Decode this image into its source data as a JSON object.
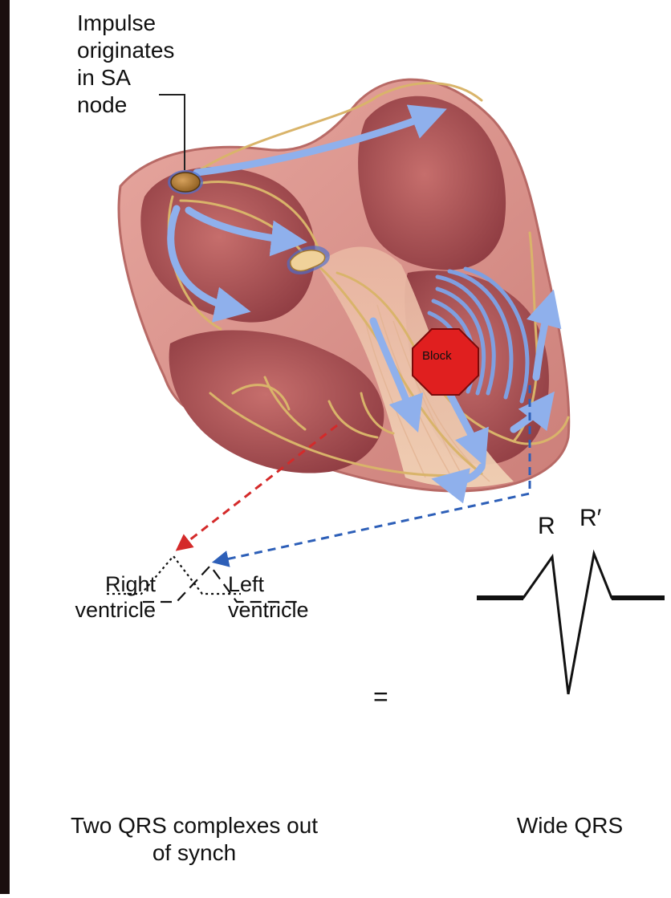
{
  "colors": {
    "background": "#ffffff",
    "heart_wall": "#d88b86",
    "heart_inner": "#a24b4e",
    "conduction_path": "#d9b46a",
    "impulse_arrow": "#7f9fe0",
    "block": "#e01f1f",
    "right_ventricle_arrow": "#d42a2a",
    "left_ventricle_arrow": "#2d5fb8",
    "trace": "#111111"
  },
  "labels": {
    "sa_node": "Impulse\noriginates\nin SA\nnode",
    "block": "Block",
    "right_ventricle": "Right\nventricle",
    "left_ventricle": "Left\nventricle",
    "equals": "=",
    "r_peak": "R",
    "r_prime_peak": "R′",
    "caption_left": "Two QRS complexes out\nof synch",
    "caption_right": "Wide QRS"
  },
  "icons": {
    "block_marker": "stop-octagon-icon",
    "sa_node": "sa-node-icon",
    "av_node": "av-node-icon"
  }
}
